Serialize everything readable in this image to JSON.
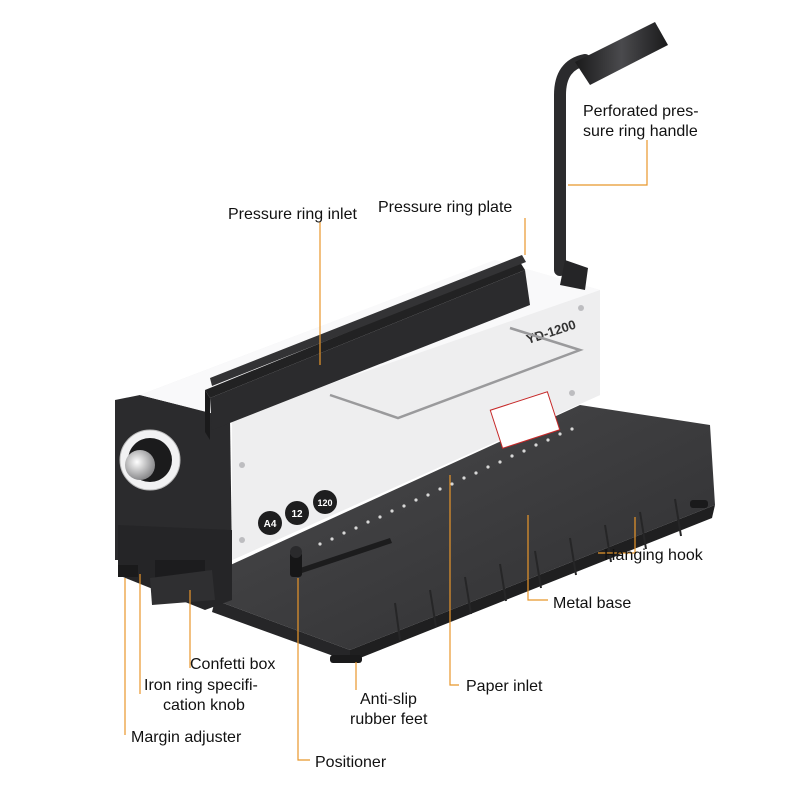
{
  "machine": {
    "model_text": "YD-1200",
    "badges": [
      {
        "main": "A4"
      },
      {
        "main": "12"
      },
      {
        "main": "120"
      }
    ]
  },
  "labels": {
    "handle_line1": "Perforated pres-",
    "handle_line2": "sure ring handle",
    "ring_inlet": "Pressure ring inlet",
    "ring_plate": "Pressure ring plate",
    "hanging_hook": "Hanging hook",
    "metal_base": "Metal base",
    "confetti_box": "Confetti box",
    "knob_line1": "Iron ring specifi-",
    "knob_line2": "cation knob",
    "feet_line1": "Anti-slip",
    "feet_line2": "rubber feet",
    "paper_inlet": "Paper inlet",
    "margin_adjuster": "Margin adjuster",
    "positioner": "Positioner"
  },
  "colors": {
    "leader_line": "#e8962b",
    "body_dark": "#2b2b2d",
    "body_silver": "#e9e9ea",
    "base": "#3a3a3c"
  }
}
